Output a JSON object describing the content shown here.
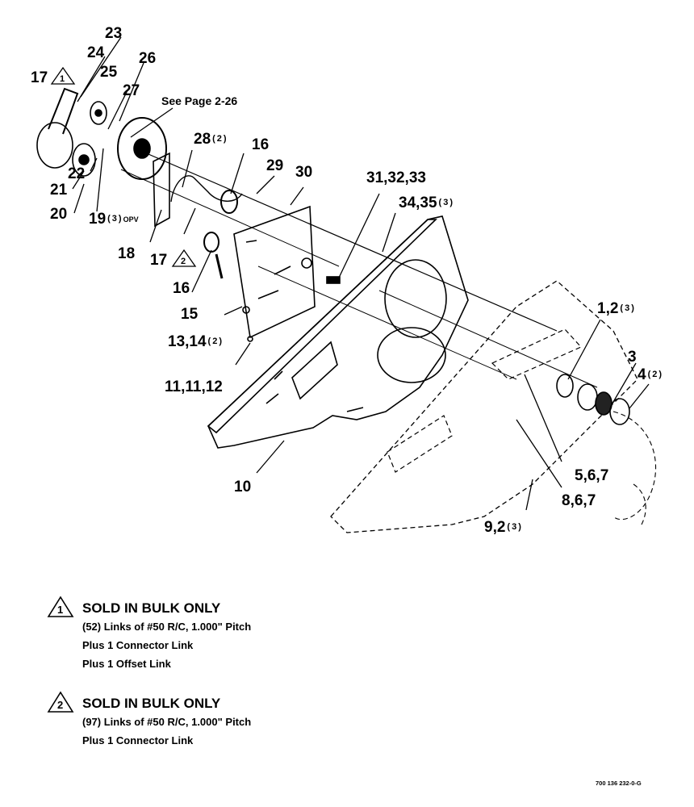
{
  "diagram": {
    "callouts": [
      {
        "id": "23",
        "text": "23",
        "qty": ""
      },
      {
        "id": "24",
        "text": "24",
        "qty": ""
      },
      {
        "id": "26",
        "text": "26",
        "qty": ""
      },
      {
        "id": "17a",
        "text": "17",
        "qty": ""
      },
      {
        "id": "25",
        "text": "25",
        "qty": ""
      },
      {
        "id": "27",
        "text": "27",
        "qty": ""
      },
      {
        "id": "see",
        "text": "See Page 2-26",
        "qty": ""
      },
      {
        "id": "28",
        "text": "28",
        "qty": "(2)"
      },
      {
        "id": "16a",
        "text": "16",
        "qty": ""
      },
      {
        "id": "29",
        "text": "29",
        "qty": ""
      },
      {
        "id": "30",
        "text": "30",
        "qty": ""
      },
      {
        "id": "31",
        "text": "31,32,33",
        "qty": ""
      },
      {
        "id": "34",
        "text": "34,35",
        "qty": "(3)"
      },
      {
        "id": "22",
        "text": "22",
        "qty": ""
      },
      {
        "id": "21",
        "text": "21",
        "qty": ""
      },
      {
        "id": "20",
        "text": "20",
        "qty": ""
      },
      {
        "id": "19",
        "text": "19",
        "qty": "(3)",
        "suffix": "OPV"
      },
      {
        "id": "18",
        "text": "18",
        "qty": ""
      },
      {
        "id": "17b",
        "text": "17",
        "qty": ""
      },
      {
        "id": "16b",
        "text": "16",
        "qty": ""
      },
      {
        "id": "15",
        "text": "15",
        "qty": ""
      },
      {
        "id": "13",
        "text": "13,14",
        "qty": "(2)"
      },
      {
        "id": "11",
        "text": "11,11,12",
        "qty": ""
      },
      {
        "id": "10",
        "text": "10",
        "qty": ""
      },
      {
        "id": "1",
        "text": "1,2",
        "qty": "(3)"
      },
      {
        "id": "3",
        "text": "3",
        "qty": ""
      },
      {
        "id": "4",
        "text": "4",
        "qty": "(2)"
      },
      {
        "id": "5",
        "text": "5,6,7",
        "qty": ""
      },
      {
        "id": "8",
        "text": "8,6,7",
        "qty": ""
      },
      {
        "id": "9",
        "text": "9,2",
        "qty": "(3)"
      }
    ]
  },
  "notes": [
    {
      "marker": "1",
      "title": "SOLD IN BULK ONLY",
      "lines": [
        "(52) Links of #50 R/C, 1.000\" Pitch",
        "Plus 1 Connector Link",
        "Plus 1 Offset Link"
      ]
    },
    {
      "marker": "2",
      "title": "SOLD IN BULK ONLY",
      "lines": [
        "(97) Links of #50 R/C, 1.000\" Pitch",
        "Plus 1 Connector Link"
      ]
    }
  ],
  "doc_id": "700 136 232-0-G"
}
